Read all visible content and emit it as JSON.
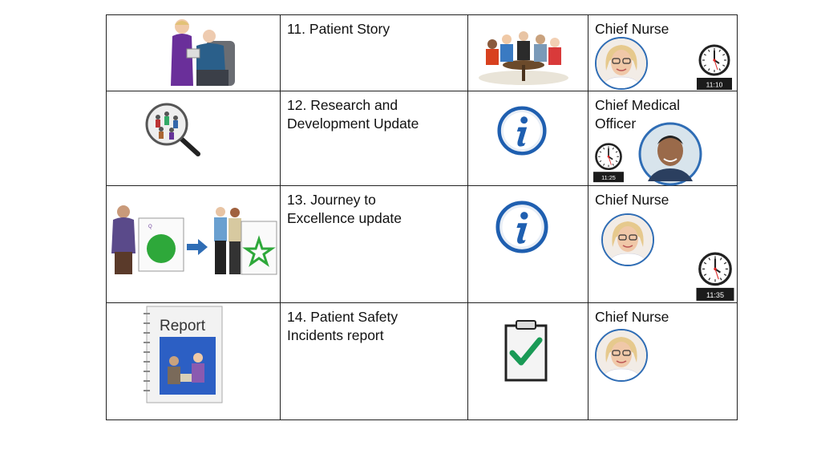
{
  "items": [
    {
      "title": "11. Patient Story",
      "owner": "Chief Nurse",
      "time": "11:10",
      "illustration_icon": "nurse-with-patient-icon",
      "symbol_icon": "group-meeting-icon"
    },
    {
      "title": "12. Research and\nDevelopment Update",
      "owner": "Chief Medical\nOfficer",
      "time": "11:25",
      "illustration_icon": "magnifying-glass-people-icon",
      "symbol_icon": "information-icon"
    },
    {
      "title": "13. Journey to\nExcellence update",
      "owner": "Chief Nurse",
      "time": "11:35",
      "illustration_icon": "care-quality-improvement-icon",
      "symbol_icon": "information-icon"
    },
    {
      "title": "14. Patient Safety\nIncidents report",
      "owner": "Chief Nurse",
      "time": "",
      "illustration_icon": "report-booklet-icon",
      "symbol_icon": "clipboard-check-icon"
    }
  ],
  "report_cover_label": "Report",
  "colors": {
    "border": "#222222",
    "info_blue": "#1f5fb0",
    "check_green": "#1a9a56",
    "avatar_ring": "#2f6db5",
    "cqc_green": "#2ea83a"
  }
}
